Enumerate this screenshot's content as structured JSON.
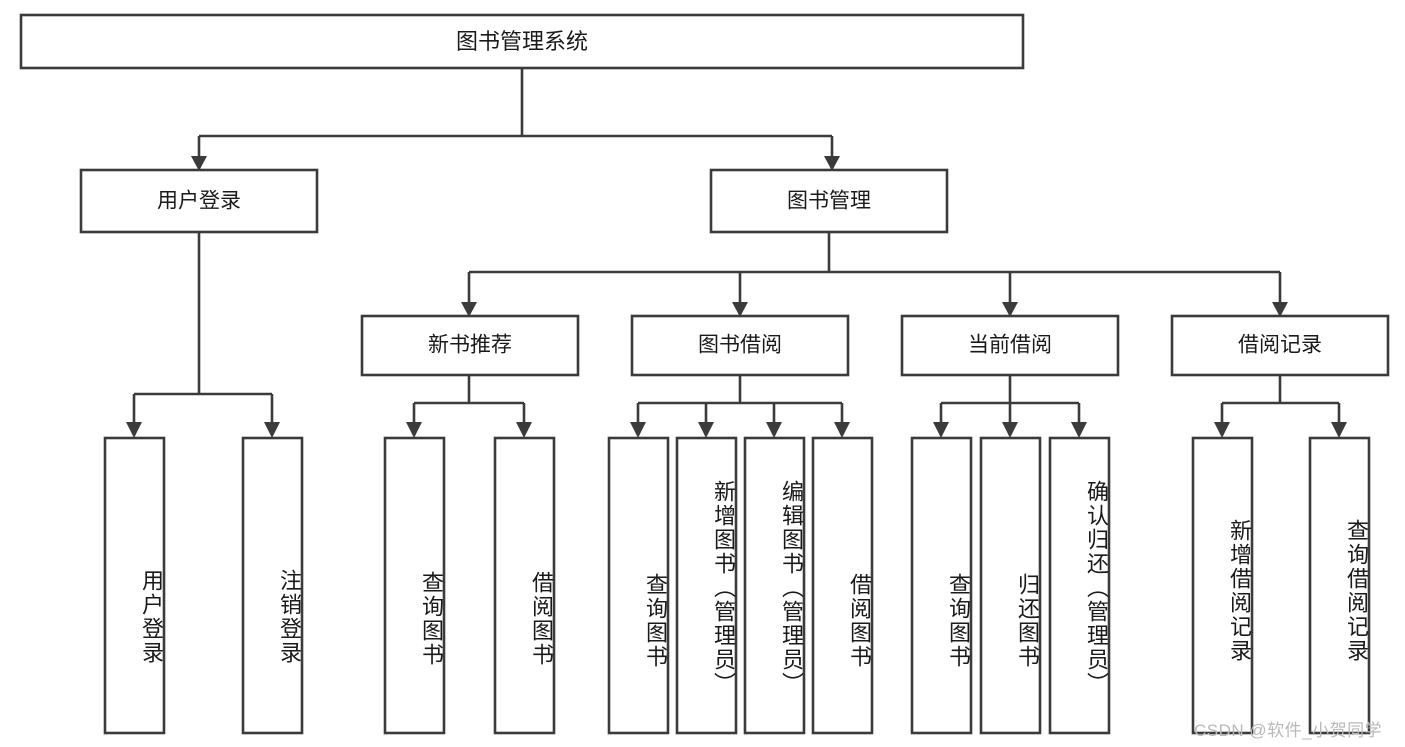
{
  "diagram": {
    "title": "图书管理系统",
    "type": "tree-hierarchy-chart",
    "root": {
      "label": "图书管理系统"
    },
    "level2": [
      {
        "label": "用户登录"
      },
      {
        "label": "图书管理"
      }
    ],
    "level3": [
      {
        "label": "新书推荐"
      },
      {
        "label": "图书借阅"
      },
      {
        "label": "当前借阅"
      },
      {
        "label": "借阅记录"
      }
    ],
    "leaves": {
      "user_login": [
        {
          "label": "用户登录"
        },
        {
          "label": "注销登录"
        }
      ],
      "new_book_recommend": [
        {
          "label": "查询图书"
        },
        {
          "label": "借阅图书"
        }
      ],
      "book_borrow": [
        {
          "label": "查询图书"
        },
        {
          "label": "新增图书（管理员）"
        },
        {
          "label": "编辑图书（管理员）"
        },
        {
          "label": "借阅图书"
        }
      ],
      "current_borrow": [
        {
          "label": "查询图书"
        },
        {
          "label": "归还图书"
        },
        {
          "label": "确认归还（管理员）"
        }
      ],
      "borrow_record": [
        {
          "label": "新增借阅记录"
        },
        {
          "label": "查询借阅记录"
        }
      ]
    }
  },
  "watermark": {
    "text": "CSDN @软件_小贺同学"
  },
  "colors": {
    "stroke": "#3b3b3b",
    "fill": "#ffffff",
    "text": "#1a1a1a",
    "watermark": "#b9b9b9",
    "background": "#ffffff"
  }
}
